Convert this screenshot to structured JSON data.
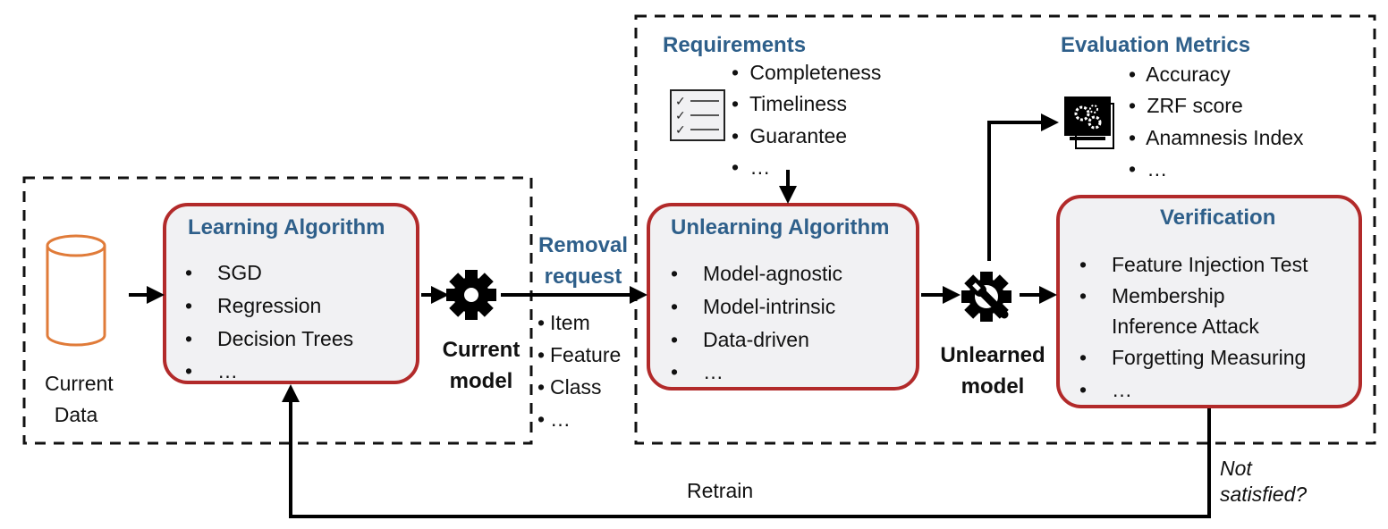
{
  "learning": {
    "title": "Learning Algorithm",
    "items": [
      "SGD",
      "Regression",
      "Decision Trees",
      "…"
    ]
  },
  "current_data": {
    "line1": "Current",
    "line2": "Data"
  },
  "current_model": {
    "line1": "Current",
    "line2": "model"
  },
  "removal": {
    "title_line1": "Removal",
    "title_line2": "request",
    "items": [
      "Item",
      "Feature",
      "Class",
      "…"
    ]
  },
  "requirements": {
    "title": "Requirements",
    "items": [
      "Completeness",
      "Timeliness",
      "Guarantee",
      "…"
    ]
  },
  "unlearning": {
    "title": "Unlearning Algorithm",
    "items": [
      "Model-agnostic",
      "Model-intrinsic",
      "Data-driven",
      "…"
    ]
  },
  "unlearned_model": {
    "line1": "Unlearned",
    "line2": "model"
  },
  "evaluation": {
    "title": "Evaluation Metrics",
    "items": [
      "Accuracy",
      "ZRF score",
      "Anamnesis Index",
      "…"
    ]
  },
  "verification": {
    "title": "Verification",
    "items": [
      "Feature Injection Test",
      "Membership",
      "Inference Attack",
      "Forgetting Measuring",
      "…"
    ]
  },
  "feedback": {
    "retrain_label": "Retrain",
    "not_satisfied_line1": "Not",
    "not_satisfied_line2": "satisfied?"
  },
  "colors": {
    "box_border": "#b22a2a",
    "box_fill": "#f1f1f3",
    "title_blue": "#2e5f8a",
    "cylinder": "#e07b39",
    "dashed": "#111111"
  }
}
